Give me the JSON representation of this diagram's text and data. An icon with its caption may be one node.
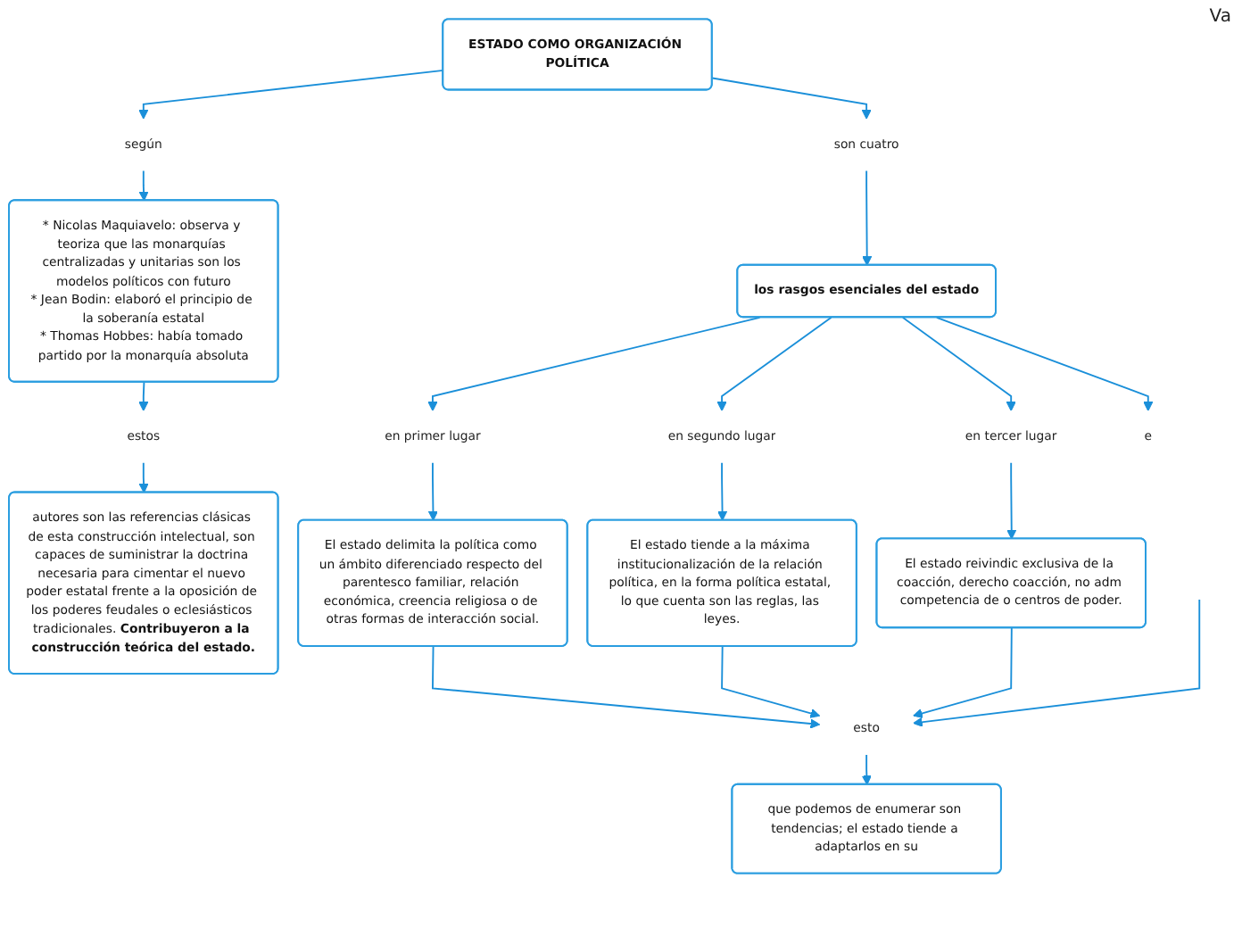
{
  "diagram": {
    "nodes": [
      {
        "text": [
          "ESTADO COMO ORGANIZACIÓN POLÍTICA"
        ]
      },
      {
        "text": [
          "según"
        ]
      },
      {
        "text": [
          "* Nicolas Maquiavelo: observa y teoriza que las monarquías centralizadas y unitarias son los modelos políticos con futuro",
          "* Jean Bodin: elaboró el principio de la soberanía estatal",
          "* Thomas Hobbes: había tomado partido por la monarquía absoluta"
        ]
      },
      {
        "text": [
          "estos"
        ]
      },
      {
        "text": [
          "autores son las referencias clásicas de esta construcción intelectual, son capaces de suministrar la doctrina necesaria para cimentar el nuevo poder estatal frente a la oposición de los poderes feudales o eclesiásticos tradicionales. **Contribuyeron a la construcción teórica del estado.**"
        ]
      },
      {
        "text": [
          "son cuatro"
        ]
      },
      {
        "text": [
          "los rasgos esenciales del estado"
        ]
      },
      {
        "text": [
          "en primer lugar"
        ]
      },
      {
        "text": [
          "El estado delimita la política como un ámbito diferenciado respecto del parentesco familiar, relación económica, creencia religiosa o de otras formas de interacción social."
        ]
      },
      {
        "text": [
          "en segundo lugar"
        ]
      },
      {
        "text": [
          "El estado tiende a la máxima institucionalización de la relación política, en la forma política estatal, lo que cuenta son las reglas, las leyes."
        ]
      },
      {
        "text": [
          "en tercer lugar"
        ]
      },
      {
        "text": [
          "El estado reivindic exclusiva de la coacción, derecho coacción, no adm competencia de o centros de poder."
        ]
      },
      {
        "text": [
          "e"
        ]
      },
      {
        "text": [
          "esto"
        ]
      },
      {
        "text": [
          "que podemos de enumerar son tendencias; el estado tiende a adaptarlos en su"
        ]
      }
    ],
    "edges": [
      {
        "from": 0,
        "to": 1,
        "arrow": "to"
      },
      {
        "from": 1,
        "to": 2,
        "arrow": "to"
      },
      {
        "from": 2,
        "to": 3,
        "arrow": "to"
      },
      {
        "from": 3,
        "to": 4,
        "arrow": "to"
      },
      {
        "from": 0,
        "to": 5,
        "arrow": "to"
      },
      {
        "from": 5,
        "to": 6,
        "arrow": "to"
      },
      {
        "from": 6,
        "to": 7,
        "arrow": "to"
      },
      {
        "from": 6,
        "to": 9,
        "arrow": "to"
      },
      {
        "from": 6,
        "to": 11,
        "arrow": "to"
      },
      {
        "from": 6,
        "to": 13,
        "arrow": "to"
      },
      {
        "from": 7,
        "to": 8,
        "arrow": "to"
      },
      {
        "from": 9,
        "to": 10,
        "arrow": "to"
      },
      {
        "from": 11,
        "to": 12,
        "arrow": "to"
      },
      {
        "from": 8,
        "to": 14,
        "arrow": "to"
      },
      {
        "from": 10,
        "to": 14,
        "arrow": "to"
      },
      {
        "from": 12,
        "to": 14,
        "arrow": "to"
      },
      {
        "from": null,
        "to": 14,
        "arrow": "to"
      },
      {
        "from": 14,
        "to": 15,
        "arrow": "to"
      }
    ],
    "labels": [
      "Va"
    ]
  }
}
